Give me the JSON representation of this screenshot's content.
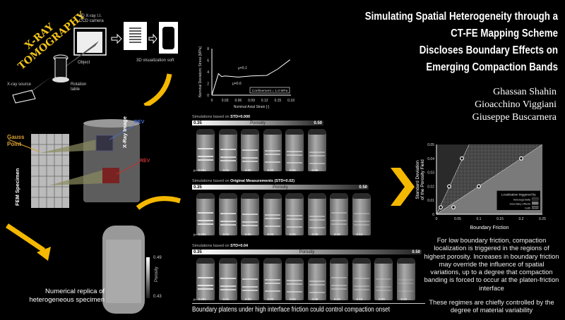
{
  "title_lines": [
    "Simulating Spatial Heterogeneity through a",
    "CT-FE Mapping Scheme",
    "Discloses Boundary Effects on",
    "Emerging Compaction Bands"
  ],
  "authors": [
    "Ghassan Shahin",
    "Gioacchino Viggiani",
    "Giuseppe Buscarnera"
  ],
  "xray": {
    "title_line1": "X-RAY",
    "title_line2": "TOMOGRAPHY",
    "camera": "2D X-ray I.I.",
    "camera2": "CCD camera",
    "object": "Object",
    "source": "X-ray source",
    "rotation": "Rotation",
    "rotation2": "table",
    "viz": "3D visualization soft"
  },
  "mapping": {
    "gauss": "Gauss",
    "point": "Point",
    "rev_blue": "REV",
    "rev_red": "REV",
    "xray_image": "X-Ray Image",
    "fem": "FEM Specimen"
  },
  "replica": {
    "label": "Numerical replica of heterogeneous specimen",
    "cb_max": "0.49",
    "cb_label": "Porosity",
    "cb_min": "0.43"
  },
  "stress_chart": {
    "ylabel": "Nominal Deviatoric Stress [MPa]",
    "xlabel": "Nominal Axial Strain [-]",
    "xticks": [
      "0",
      "0.03",
      "0.06",
      "0.09",
      "0.12",
      "0.15",
      "0.18"
    ],
    "yticks": [
      "0",
      "2",
      "4",
      "6",
      "8"
    ],
    "xlim": [
      0,
      0.18
    ],
    "ylim": [
      0,
      8
    ],
    "legend": "Confinement = 1.0 MPa",
    "mu1": "μ=0.1",
    "mu2": "μ=0.6",
    "curve": [
      [
        0,
        0
      ],
      [
        0.015,
        3.7
      ],
      [
        0.022,
        3.2
      ],
      [
        0.03,
        3.3
      ],
      [
        0.06,
        3.1
      ],
      [
        0.09,
        3.3
      ],
      [
        0.125,
        3.4
      ],
      [
        0.15,
        4.5
      ],
      [
        0.178,
        6.1
      ]
    ]
  },
  "rows": [
    {
      "prefix": "Simulations based on ",
      "bold": "STD=0.000",
      "pmin": "0.35",
      "plabel": "Porosity",
      "pmax": "0.50",
      "mu_prefix": "μ=",
      "mus": [
        "0.001",
        "0.01",
        "0.02",
        "0.03",
        "0.04",
        "0.05"
      ]
    },
    {
      "prefix": "Simulations based on ",
      "bold": "Original Measurements (STD=0.02)",
      "pmin": "0.35",
      "plabel": "Porosity",
      "pmax": "0.50",
      "mu_prefix": "μ=",
      "mus": [
        "0.001",
        "0.01",
        "0.02",
        "0.03",
        "0.04",
        "0.05",
        "0.10",
        "0.12"
      ]
    },
    {
      "prefix": "Simulations based on ",
      "bold": "STD=0.04",
      "pmin": "0.35",
      "plabel": "Porosity",
      "pmax": "0.50",
      "mu_prefix": "μ=",
      "mus": [
        "0.001",
        "0.01",
        "0.02",
        "0.03",
        "0.04",
        "0.05",
        "0.10",
        "0.12",
        "0.20",
        "0.22"
      ]
    }
  ],
  "caption": "Boundary platens under high interface friction could control compaction onset",
  "phase_chart": {
    "ylabel1": "Standard Deviation",
    "ylabel2": "of the Porosity Field",
    "xlabel": "Boundary Friction",
    "xticks": [
      "0",
      "0.05",
      "0.1",
      "0.15",
      "0.2",
      "0.25"
    ],
    "yticks": [
      "0",
      "0.01",
      "0.02",
      "0.03",
      "0.04",
      "0.05"
    ],
    "xlim": [
      0,
      0.25
    ],
    "ylim": [
      0,
      0.05
    ],
    "legend_title": "Localization triggered by",
    "legend": [
      "heterogeneity",
      "boundary effects",
      "both"
    ],
    "colors": {
      "heterogeneity": "#2a2a2a",
      "boundary": "#7a7a7a",
      "both": "#555555"
    },
    "points": [
      [
        0.01,
        0.005
      ],
      [
        0.04,
        0.005
      ],
      [
        0.03,
        0.02
      ],
      [
        0.06,
        0.04
      ],
      [
        0.1,
        0.02
      ],
      [
        0.2,
        0.04
      ]
    ]
  },
  "para1": "For low boundary friction, compaction localization is triggered in the regions of highest porosity. Increases in boundary friction may override the influence of spatial variations, up to a degree that compaction banding is forced to occur at the platen-friction interface",
  "para2": "These regimes are chiefly controlled by the degree of material variability",
  "accent": "#f5b800"
}
